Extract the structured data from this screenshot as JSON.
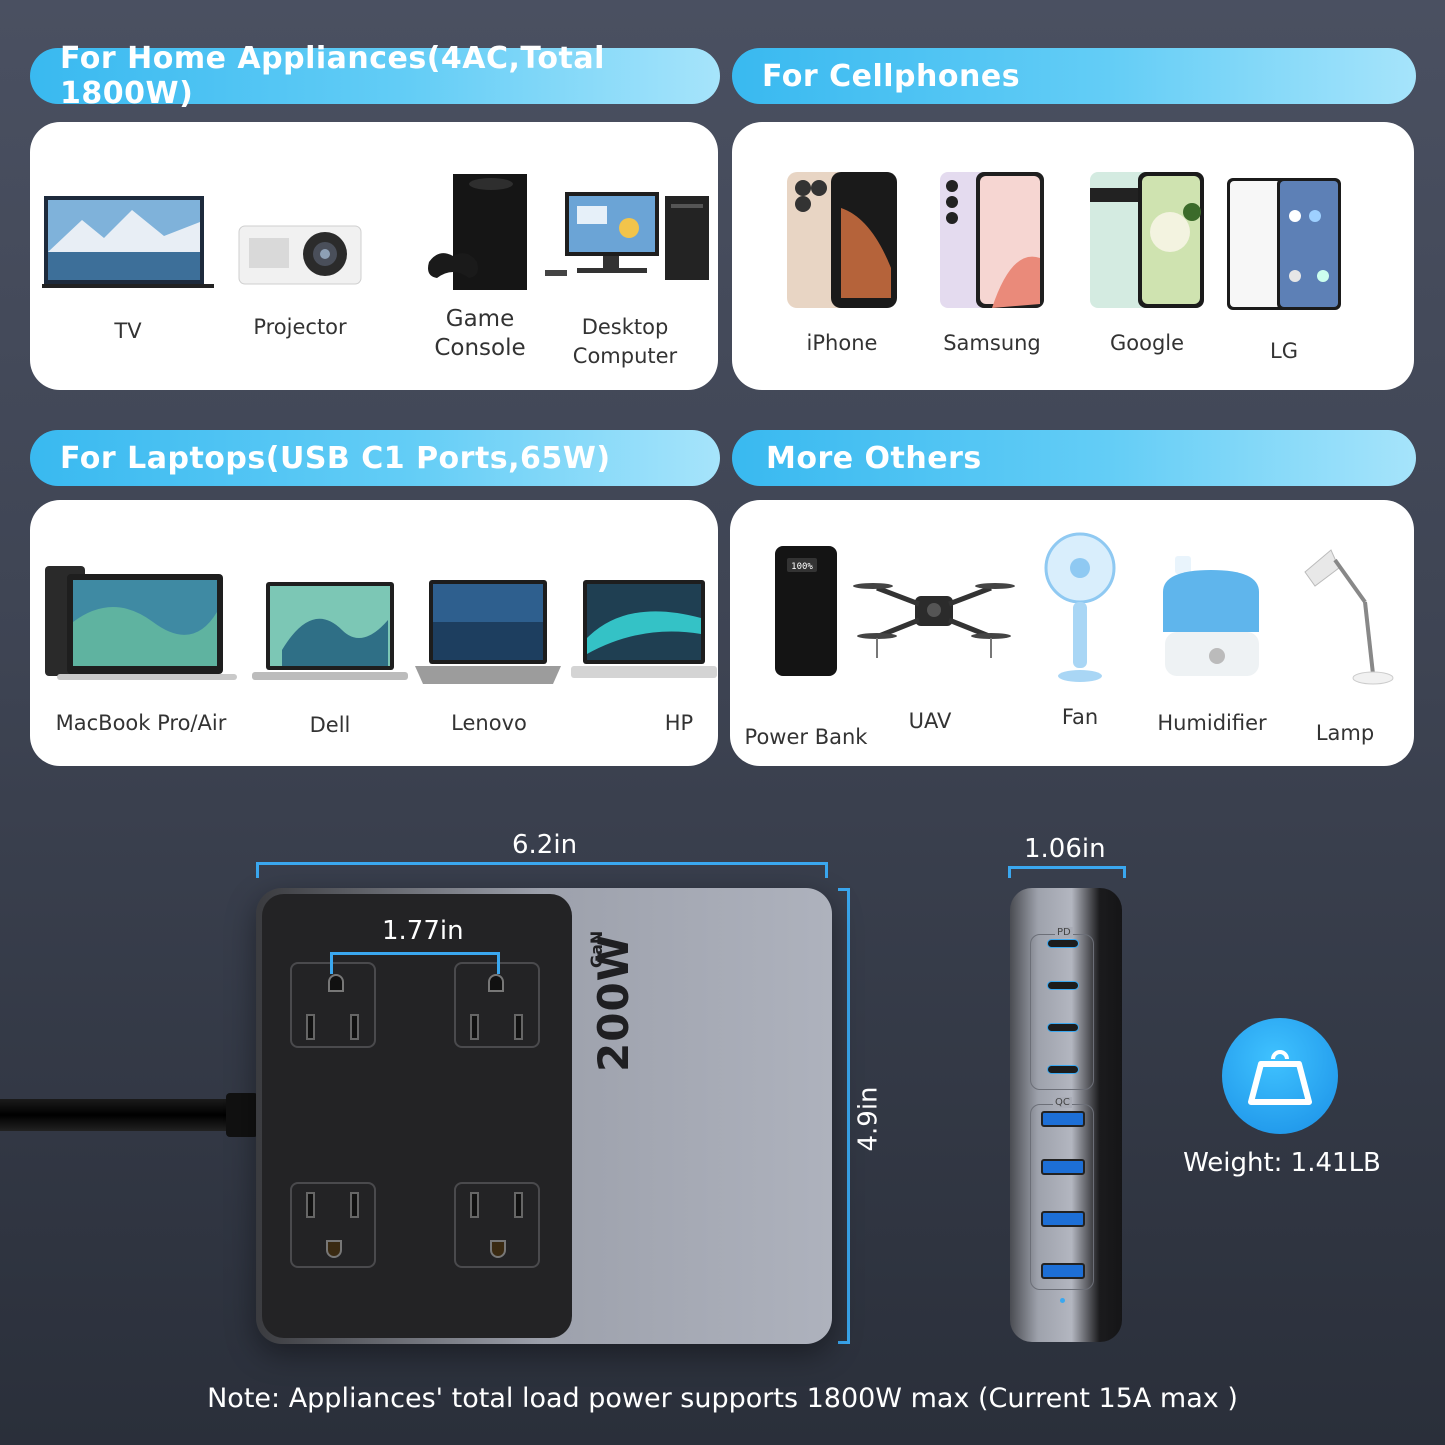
{
  "sections": {
    "home": {
      "title": "For Home Appliances(4AC,Total 1800W)",
      "items": [
        "TV",
        "Projector",
        "Game\nConsole",
        "Desktop\nComputer"
      ]
    },
    "phones": {
      "title": "For Cellphones",
      "items": [
        "iPhone",
        "Samsung",
        "Google",
        "LG"
      ]
    },
    "laptops": {
      "title": "For Laptops(USB C1 Ports,65W)",
      "items": [
        "MacBook Pro/Air",
        "Dell",
        "Lenovo",
        "HP"
      ]
    },
    "others": {
      "title": "More Others",
      "items": [
        "Power Bank",
        "UAV",
        "Fan",
        "Humidifier",
        "Lamp"
      ]
    }
  },
  "device": {
    "width_label": "6.2in",
    "outlet_spacing_label": "1.77in",
    "height_label": "4.9in",
    "depth_label": "1.06in",
    "brand_text": "200W",
    "brand_sub": "GaN",
    "port_labels": {
      "pd": "PD",
      "qc": "QC"
    },
    "weight_label": "Weight: 1.41LB"
  },
  "note": "Note:  Appliances' total load power supports 1800W max (Current 15A max )",
  "colors": {
    "accent": "#3aa7ef",
    "banner_start": "#39b9f0",
    "background": "#40465a"
  },
  "icons": [
    "weight-icon"
  ]
}
